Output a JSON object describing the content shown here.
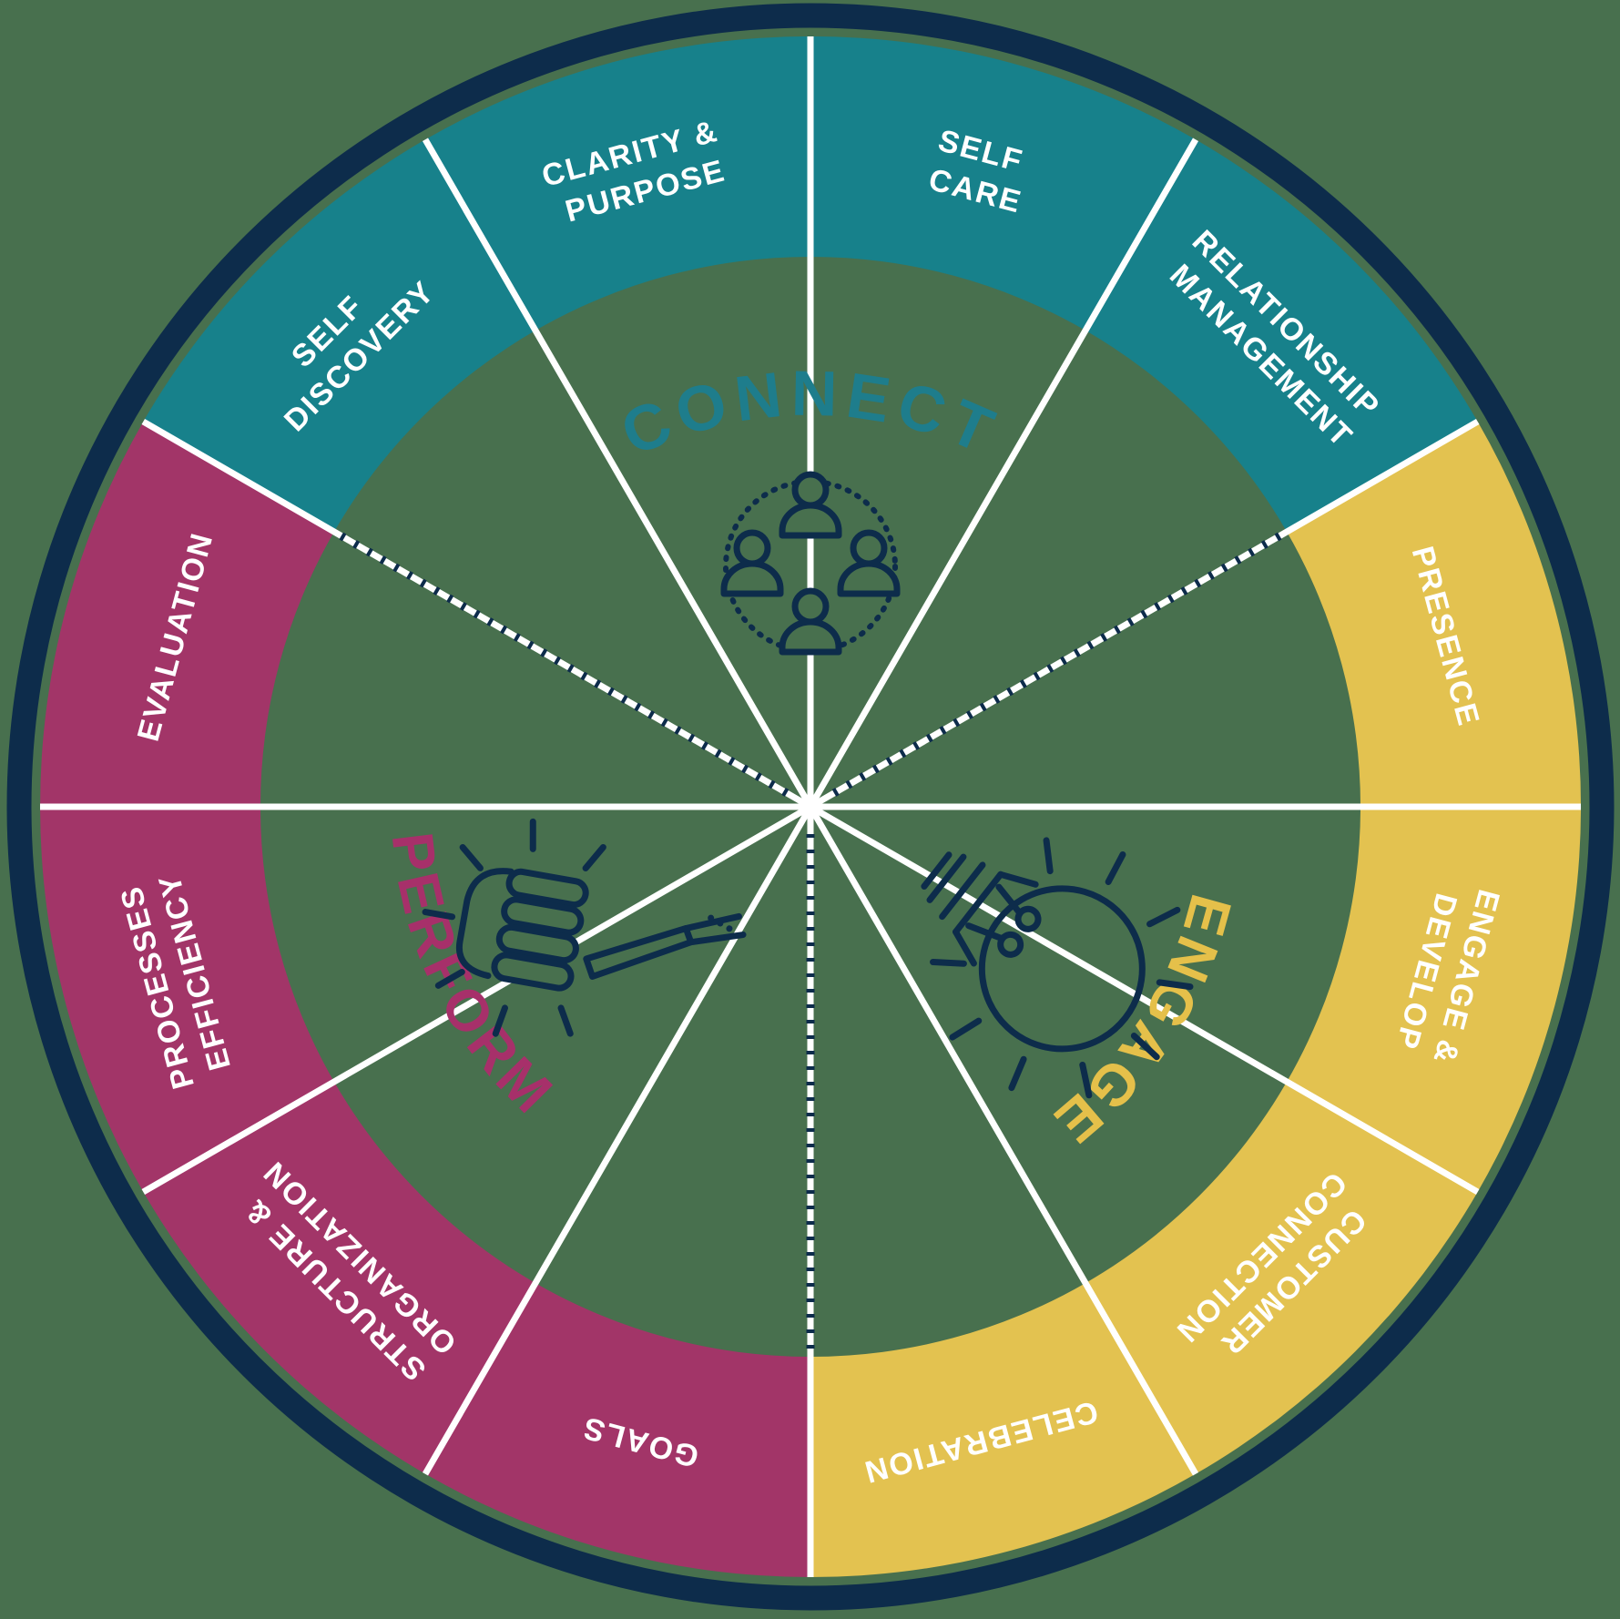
{
  "colors": {
    "background": "#48704E",
    "navy": "#0D2C4B",
    "teal": "#17818B",
    "yellow": "#E3C250",
    "magenta": "#A23568",
    "white": "#FFFFFF",
    "connect_title": "#1E7D8C",
    "engage_title": "#E5C04A",
    "perform_title": "#A7306A"
  },
  "sections": {
    "connect": {
      "title": "CONNECT",
      "icon": "people-network-icon",
      "segments": [
        {
          "label": "SELF DISCOVERY",
          "lines": [
            "SELF",
            "DISCOVERY"
          ]
        },
        {
          "label": "CLARITY & PURPOSE",
          "lines": [
            "CLARITY &",
            "PURPOSE"
          ]
        },
        {
          "label": "SELF CARE",
          "lines": [
            "SELF",
            "CARE"
          ]
        },
        {
          "label": "RELATIONSHIP MANAGEMENT",
          "lines": [
            "RELATIONSHIP",
            "MANAGEMENT"
          ]
        }
      ]
    },
    "engage": {
      "title": "ENGAGE",
      "icon": "lightbulb-head-icon",
      "segments": [
        {
          "label": "PRESENCE",
          "lines": [
            "PRESENCE"
          ]
        },
        {
          "label": "ENGAGE & DEVELOP",
          "lines": [
            "ENGAGE &",
            "DEVELOP"
          ]
        },
        {
          "label": "CUSTOMER CONNECTION",
          "lines": [
            "CUSTOMER",
            "CONNECTION"
          ]
        },
        {
          "label": "CELEBRATION",
          "lines": [
            "CELEBRATION"
          ]
        }
      ]
    },
    "perform": {
      "title": "PERFORM",
      "icon": "fist-bump-icon",
      "segments": [
        {
          "label": "GOALS",
          "lines": [
            "GOALS"
          ]
        },
        {
          "label": "STRUCTURE & ORGANIZATION",
          "lines": [
            "STRUCTURE &",
            "ORGANIZATION"
          ]
        },
        {
          "label": "PROCESSES EFFICIENCY",
          "lines": [
            "PROCESSES",
            "EFFICIENCY"
          ]
        },
        {
          "label": "EVALUATION",
          "lines": [
            "EVALUATION"
          ]
        }
      ]
    }
  }
}
